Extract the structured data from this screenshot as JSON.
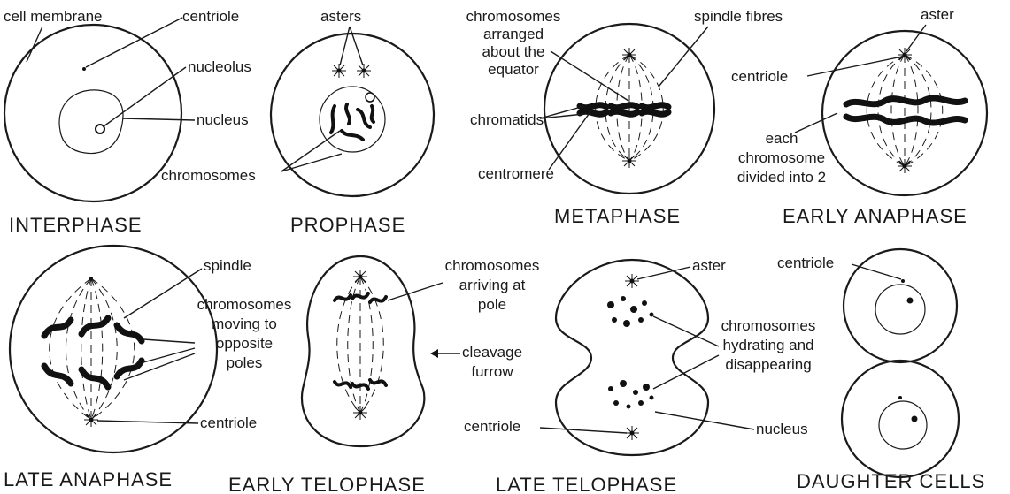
{
  "interphase": {
    "title": "INTERPHASE",
    "cell_membrane": "cell membrane",
    "centriole": "centriole",
    "nucleolus": "nucleolus",
    "nucleus": "nucleus"
  },
  "prophase": {
    "title": "PROPHASE",
    "asters": "asters",
    "chromosomes": "chromosomes"
  },
  "metaphase": {
    "title": "METAPHASE",
    "arranged": [
      "chromosomes",
      "arranged",
      "about the",
      "equator"
    ],
    "spindle_fibres": "spindle fibres",
    "chromatids": "chromatids",
    "centromere": "centromere"
  },
  "early_anaphase": {
    "title": "EARLY  ANAPHASE",
    "aster": "aster",
    "centriole": "centriole",
    "divided": [
      "each",
      "chromosome",
      "divided into 2"
    ]
  },
  "late_anaphase": {
    "title": "LATE  ANAPHASE",
    "spindle": "spindle",
    "moving": [
      "chromosomes",
      "moving to",
      "opposite",
      "poles"
    ],
    "centriole": "centriole"
  },
  "early_telophase": {
    "title": "EARLY TELOPHASE",
    "arriving": [
      "chromosomes",
      "arriving at",
      "pole"
    ],
    "cleavage": [
      "cleavage",
      "furrow"
    ]
  },
  "late_telophase": {
    "title": "LATE TELOPHASE",
    "aster": "aster",
    "hydrating": [
      "chromosomes",
      "hydrating and",
      "disappearing"
    ],
    "centriole": "centriole",
    "nucleus": "nucleus"
  },
  "daughter_cells": {
    "title": "DAUGHTER CELLS",
    "centriole": "centriole"
  }
}
